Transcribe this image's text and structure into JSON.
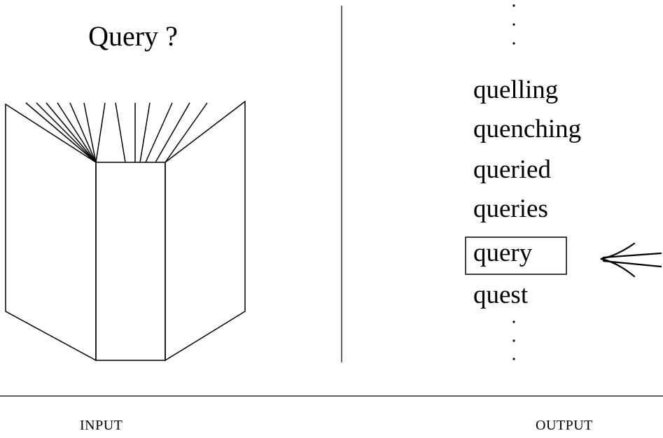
{
  "input": {
    "query_label": "Query ?",
    "caption": "INPUT"
  },
  "output": {
    "words": [
      "quelling",
      "quenching",
      "queried",
      "queries",
      "query",
      "quest"
    ],
    "selected_word": "query",
    "caption": "OUTPUT"
  },
  "icons": {
    "book": "open-book-icon",
    "pointer": "left-arrow-icon",
    "ellipsis": "vertical-ellipsis-icon"
  }
}
